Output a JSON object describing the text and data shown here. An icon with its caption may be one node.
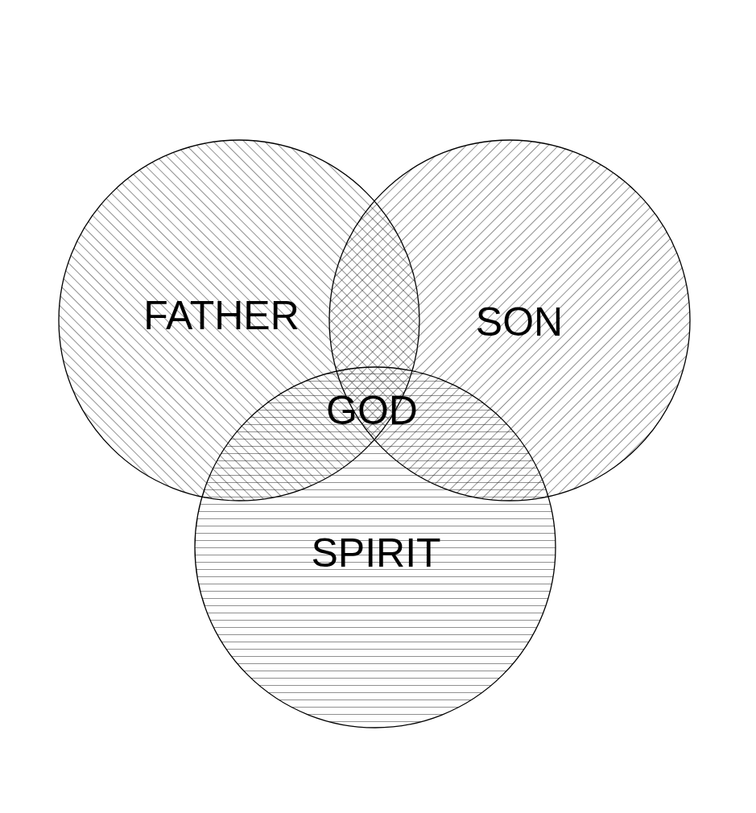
{
  "diagram": {
    "nodes": [
      {
        "text": [
          "FATHER"
        ]
      },
      {
        "text": [
          "SON"
        ]
      },
      {
        "text": [
          "SPIRIT"
        ]
      }
    ],
    "labels": [
      "GOD"
    ]
  }
}
